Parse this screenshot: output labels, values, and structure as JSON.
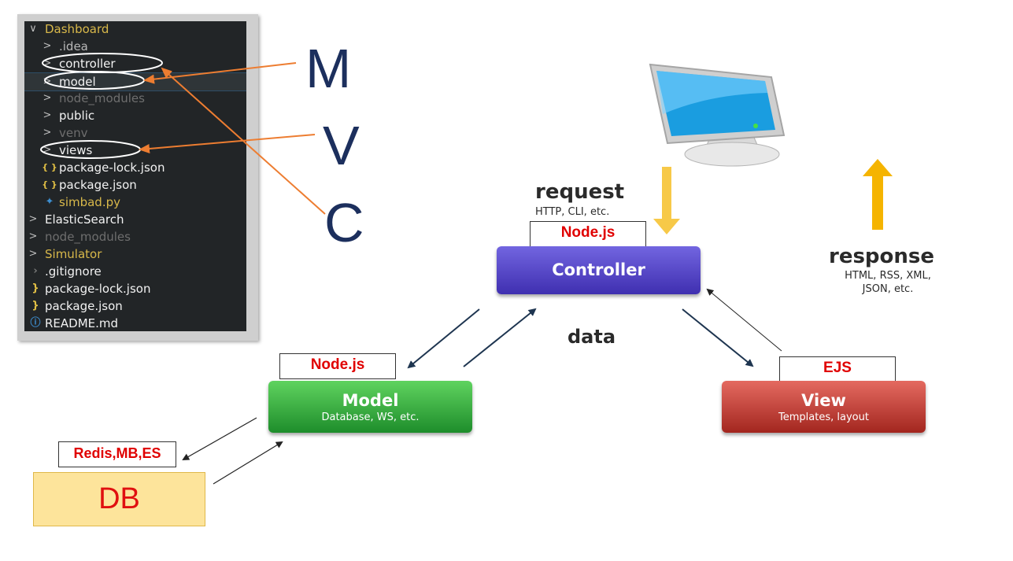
{
  "file_tree": [
    {
      "label": "Dashboard",
      "kind": "folder",
      "depth": 0,
      "style": "yellow"
    },
    {
      "label": ".idea",
      "kind": "folder",
      "depth": 1,
      "style": "gray"
    },
    {
      "label": "controller",
      "kind": "folder",
      "depth": 1,
      "style": "white"
    },
    {
      "label": "model",
      "kind": "folder",
      "depth": 1,
      "style": "white",
      "selected": true
    },
    {
      "label": "node_modules",
      "kind": "folder",
      "depth": 1,
      "style": "dim"
    },
    {
      "label": "public",
      "kind": "folder",
      "depth": 1,
      "style": "white"
    },
    {
      "label": "venv",
      "kind": "folder",
      "depth": 1,
      "style": "dim"
    },
    {
      "label": "views",
      "kind": "folder",
      "depth": 1,
      "style": "white"
    },
    {
      "label": "package-lock.json",
      "kind": "json",
      "depth": 1,
      "style": "white"
    },
    {
      "label": "package.json",
      "kind": "json",
      "depth": 1,
      "style": "white"
    },
    {
      "label": "simbad.py",
      "kind": "python",
      "depth": 1,
      "style": "yellow"
    },
    {
      "label": "ElasticSearch",
      "kind": "folder",
      "depth": 0,
      "style": "white"
    },
    {
      "label": "node_modules",
      "kind": "folder",
      "depth": 0,
      "style": "dim"
    },
    {
      "label": "Simulator",
      "kind": "folder",
      "depth": 0,
      "style": "yellow"
    },
    {
      "label": ".gitignore",
      "kind": "file",
      "depth": 0,
      "style": "white"
    },
    {
      "label": "package-lock.json",
      "kind": "json-small",
      "depth": 0,
      "style": "white"
    },
    {
      "label": "package.json",
      "kind": "json-small",
      "depth": 0,
      "style": "white"
    },
    {
      "label": "README.md",
      "kind": "info",
      "depth": 0,
      "style": "white"
    }
  ],
  "mvc_letters": {
    "m": "M",
    "v": "V",
    "c": "C"
  },
  "controller": {
    "title": "Controller",
    "subtitle": "",
    "tag": "Node.js"
  },
  "model": {
    "title": "Model",
    "subtitle": "Database, WS, etc.",
    "tag": "Node.js"
  },
  "view": {
    "title": "View",
    "subtitle": "Templates, layout",
    "tag": "EJS"
  },
  "request": {
    "label": "request",
    "detail": "HTTP, CLI, etc."
  },
  "response": {
    "label": "response",
    "detail_line1": "HTML, RSS, XML,",
    "detail_line2": "JSON, etc."
  },
  "data_label": "data",
  "db": {
    "label": "DB",
    "tag": "Redis,MB,ES"
  },
  "colors": {
    "mvc_letters": "#1c2f5d",
    "callout_lines": "#ed7d31",
    "request_arrow": "#f7c948",
    "response_arrow": "#f5b400",
    "tag_text": "#e00000"
  }
}
